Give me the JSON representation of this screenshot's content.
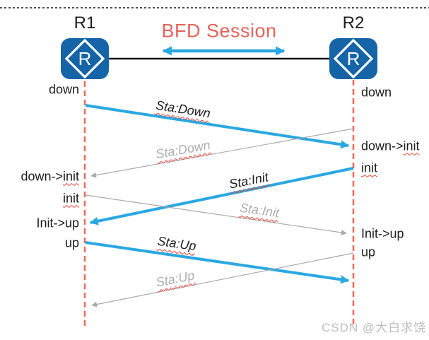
{
  "header": {
    "r1_label": "R1",
    "r2_label": "R2",
    "session_title": "BFD Session"
  },
  "routers": {
    "letter": "R"
  },
  "left_states": [
    {
      "plain": "down",
      "squiggle": ""
    },
    {
      "plain": "down->",
      "squiggle": "init"
    },
    {
      "plain": "",
      "squiggle": "init"
    },
    {
      "plain": "Init->up",
      "squiggle": ""
    },
    {
      "plain": "up",
      "squiggle": ""
    }
  ],
  "right_states": [
    {
      "plain": "down",
      "squiggle": ""
    },
    {
      "plain": "down->",
      "squiggle": "init"
    },
    {
      "plain": "",
      "squiggle": "init"
    },
    {
      "plain": "Init->up",
      "squiggle": ""
    },
    {
      "plain": "up",
      "squiggle": ""
    }
  ],
  "messages": [
    {
      "label": "Sta:Down",
      "from": "R1",
      "to": "R2",
      "style": "active"
    },
    {
      "label": "Sta:Down",
      "from": "R2",
      "to": "R1",
      "style": "faded"
    },
    {
      "label": "Sta:Init",
      "from": "R2",
      "to": "R1",
      "style": "active"
    },
    {
      "label": "Sta:Init",
      "from": "R1",
      "to": "R2",
      "style": "faded"
    },
    {
      "label": "Sta:Up",
      "from": "R1",
      "to": "R2",
      "style": "active"
    },
    {
      "label": "Sta:Up",
      "from": "R2",
      "to": "R1",
      "style": "faded"
    }
  ],
  "watermark": "CSDN @大白求饶",
  "colors": {
    "router_blue": "#1564a8",
    "arrow_blue": "#29a8e1",
    "arrow_gray": "#a9a9a9",
    "lifeline_red": "#ee6e5e",
    "title_red": "#e4635a",
    "squiggle_red": "#e8402f",
    "link_black": "#151515",
    "watermark_gray": "#bdbdbd"
  }
}
